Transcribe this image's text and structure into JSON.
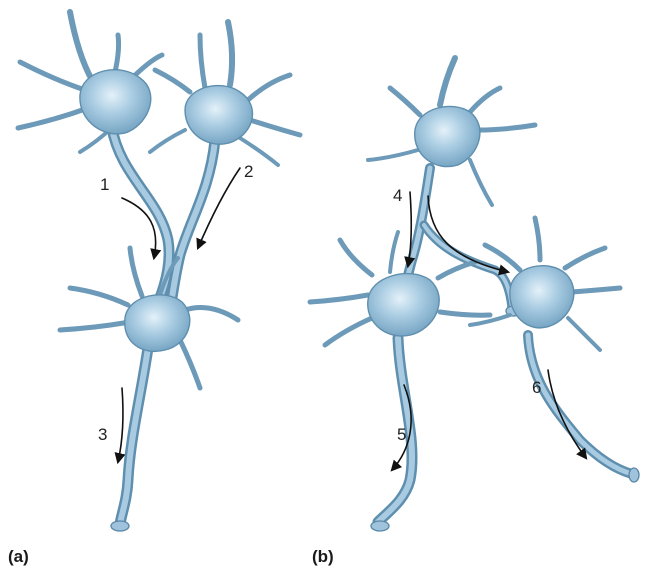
{
  "panels": {
    "a": {
      "label": "(a)",
      "arrows": [
        {
          "label": "1"
        },
        {
          "label": "2"
        },
        {
          "label": "3"
        }
      ]
    },
    "b": {
      "label": "(b)",
      "arrows": [
        {
          "label": "4"
        },
        {
          "label": "5"
        },
        {
          "label": "6"
        }
      ]
    }
  },
  "colors": {
    "cell_light": "#d8ebf6",
    "cell_mid": "#9ec4dc",
    "cell_dark": "#6e9dbd",
    "outline": "#5f8fae",
    "arrow": "#111111"
  }
}
